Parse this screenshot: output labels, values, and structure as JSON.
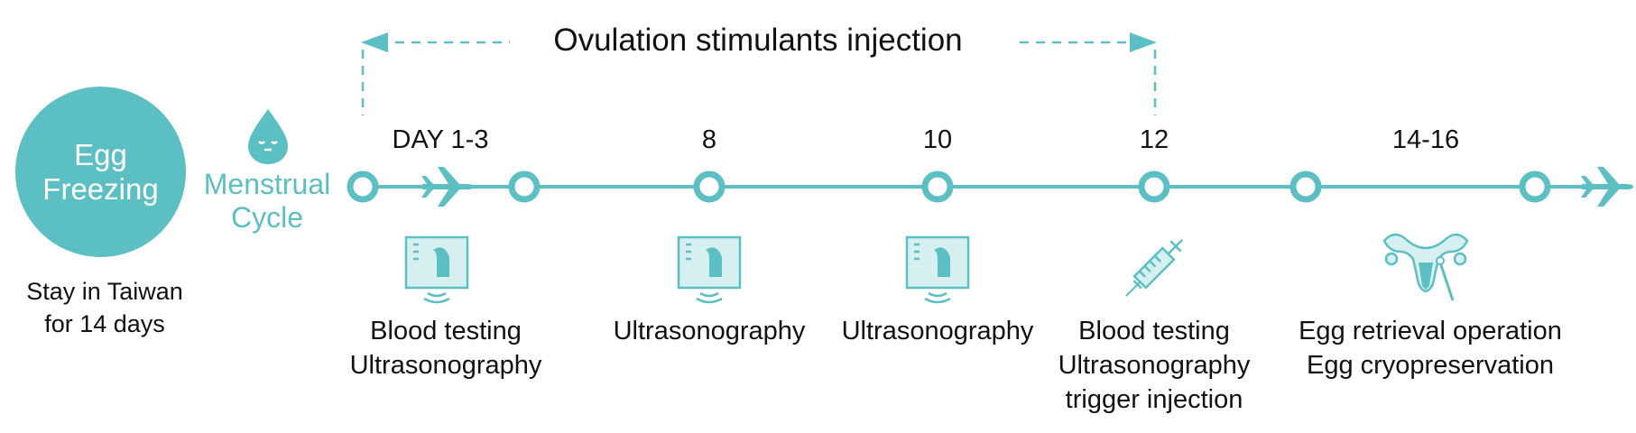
{
  "title": "Ovulation stimulants injection",
  "left": {
    "circle_lines": [
      "Egg",
      "Freezing"
    ],
    "stay_lines": [
      "Stay in Taiwan",
      "for 14 days"
    ],
    "cycle_lines": [
      "Menstrual",
      "Cycle"
    ]
  },
  "day_labels": [
    "DAY 1-3",
    "8",
    "10",
    "12",
    "14-16"
  ],
  "activities": [
    {
      "lines": [
        "Blood testing",
        "Ultrasonography"
      ],
      "icon": "ultrasound-monitor-icon"
    },
    {
      "lines": [
        "Ultrasonography"
      ],
      "icon": "ultrasound-monitor-icon"
    },
    {
      "lines": [
        "Ultrasonography"
      ],
      "icon": "ultrasound-monitor-icon"
    },
    {
      "lines": [
        "Blood testing",
        "Ultrasonography",
        "trigger injection"
      ],
      "icon": "syringe-icon"
    },
    {
      "lines": [
        "Egg retrieval operation",
        "Egg cryopreservation"
      ],
      "icon": "uterus-icon"
    }
  ],
  "icons": [
    "droplet-face-icon",
    "airplane-icon"
  ],
  "colors": {
    "accent": "#5bbfc4",
    "text": "#111111",
    "white": "#ffffff"
  }
}
